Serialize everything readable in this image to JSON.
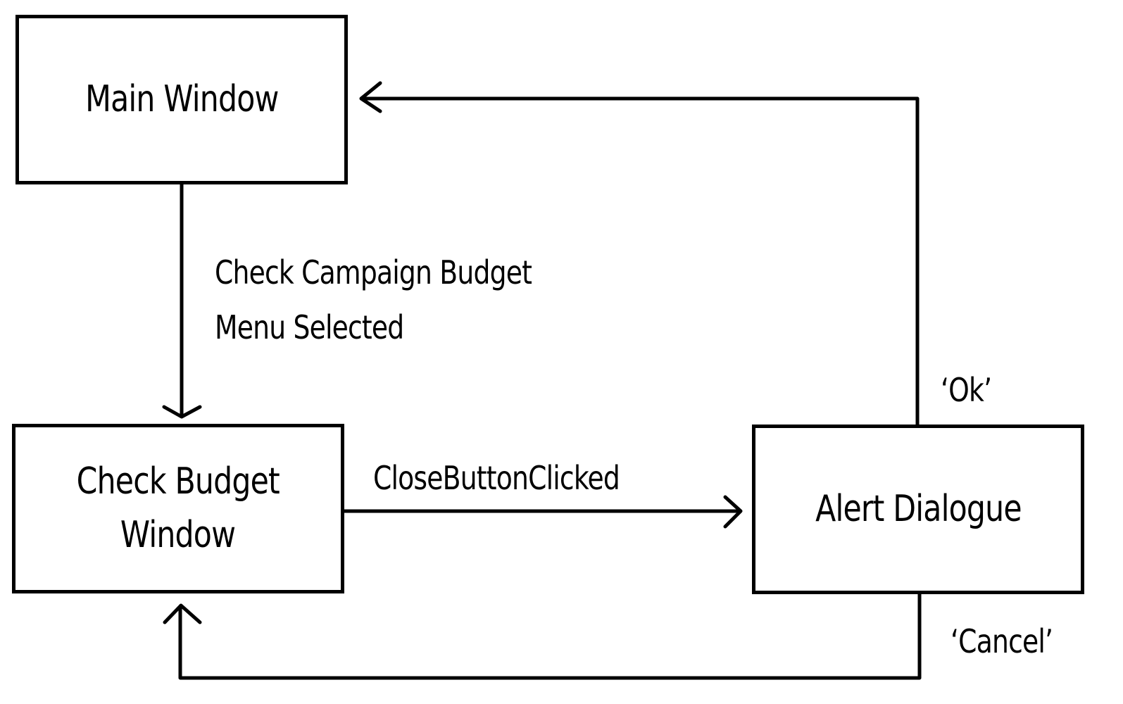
{
  "diagram": {
    "states": {
      "main_window": "Main Window",
      "check_budget_window_line1": "Check Budget",
      "check_budget_window_line2": "Window",
      "alert_dialogue": "Alert Dialogue"
    },
    "transitions": {
      "menu_selected_line1": "Check Campaign Budget",
      "menu_selected_line2": "Menu Selected",
      "close_button_clicked": "CloseButtonClicked",
      "ok": "‘Ok’",
      "cancel": "‘Cancel’"
    },
    "colors": {
      "stroke": "#000000",
      "background": "#ffffff"
    }
  }
}
